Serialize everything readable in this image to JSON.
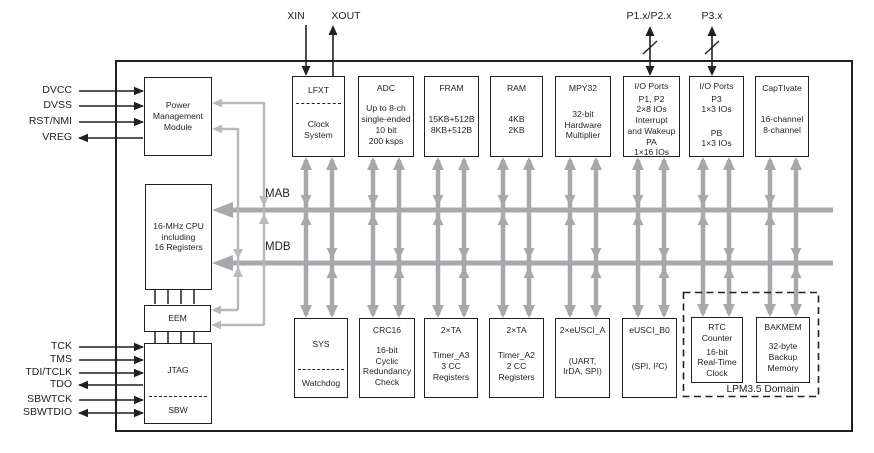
{
  "labels": {
    "mab": "MAB",
    "mdb": "MDB",
    "lpm_domain": "LPM3.5 Domain"
  },
  "pins": {
    "xin": "XIN",
    "xout": "XOUT",
    "p12": "P1.x/P2.x",
    "p3": "P3.x",
    "left": [
      "DVCC",
      "DVSS",
      "RST/NMI",
      "VREG"
    ],
    "jtag": [
      "TCK",
      "TMS",
      "TDI/TCLK",
      "TDO",
      "SBWTCK",
      "SBWTDIO"
    ]
  },
  "blocks": {
    "pmm": {
      "title": "Power\nManagement\nModule"
    },
    "cpu": {
      "title": "16-MHz CPU\nincluding\n16 Registers"
    },
    "eem": {
      "title": "EEM"
    },
    "jtag": {
      "title": "JTAG",
      "sub": "SBW"
    },
    "lfxt": {
      "title": "LFXT",
      "sub": "Clock\nSystem"
    },
    "adc": {
      "title": "ADC",
      "body": "Up to 8-ch\nsingle-ended\n10 bit\n200 ksps"
    },
    "fram": {
      "title": "FRAM",
      "body": "15KB+512B\n8KB+512B"
    },
    "ram": {
      "title": "RAM",
      "body": "4KB\n2KB"
    },
    "mpy32": {
      "title": "MPY32",
      "body": "32-bit\nHardware\nMultiplier"
    },
    "iop12": {
      "title": "I/O Ports",
      "body": "P1, P2\n2×8 IOs\nInterrupt\nand Wakeup\nPA\n1×16 IOs"
    },
    "iop3": {
      "title": "I/O Ports",
      "body": "P3\n1×3 IOs",
      "body2": "PB\n1×3 IOs"
    },
    "captivate": {
      "title": "CapTIvate",
      "body": "16-channel\n8-channel"
    },
    "sys": {
      "title": "SYS",
      "sub": "Watchdog"
    },
    "crc16": {
      "title": "CRC16",
      "body": "16-bit\nCyclic\nRedundancy\nCheck"
    },
    "ta3": {
      "title": "2×TA",
      "body": "Timer_A3\n3 CC\nRegisters"
    },
    "ta2": {
      "title": "2×TA",
      "body": "Timer_A2\n2 CC\nRegisters"
    },
    "eusci_a": {
      "title": "2×eUSCI_A",
      "body": "(UART,\nIrDA, SPI)"
    },
    "eusci_b": {
      "title": "eUSCI_B0",
      "body": "(SPI, I²C)"
    },
    "rtc": {
      "title": "RTC\nCounter",
      "body": "16-bit\nReal-Time\nClock"
    },
    "bakmem": {
      "title": "BAKMEM",
      "body": "32-byte\nBackup\nMemory"
    }
  },
  "colors": {
    "bus_gray": "#a6a8ab",
    "thin_gray": "#b7b9bb",
    "line_black": "#231f20"
  }
}
